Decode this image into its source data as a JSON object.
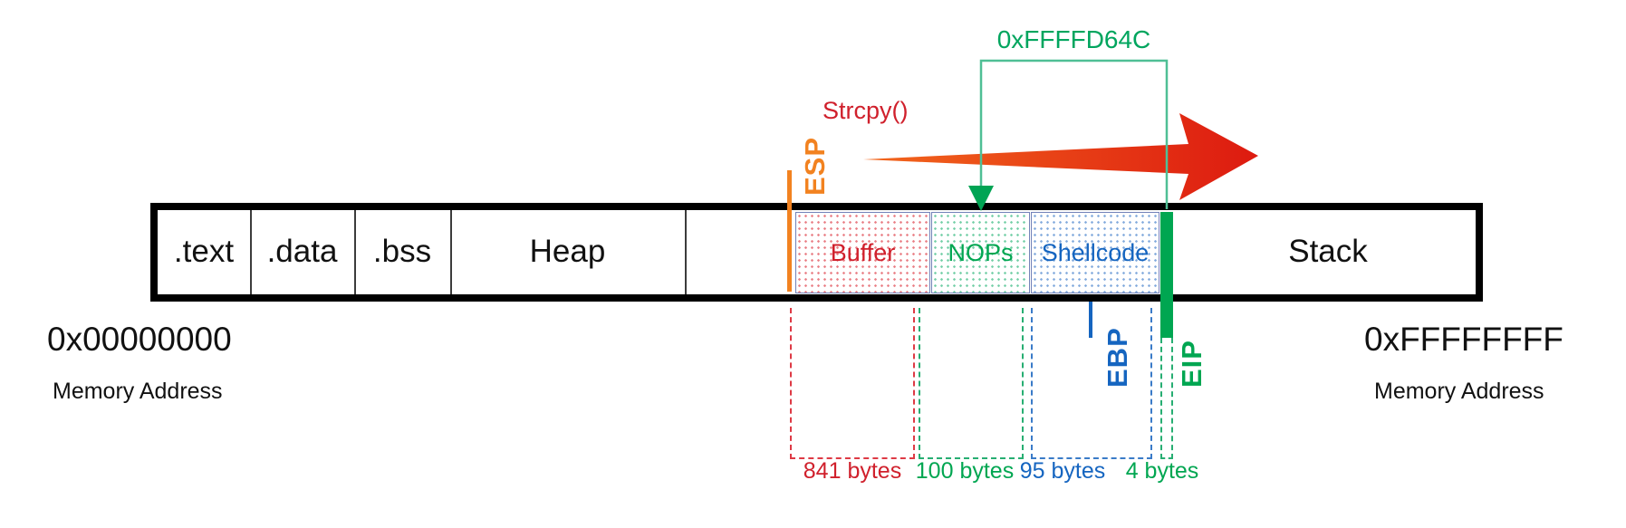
{
  "diagram_title": "stack-buffer-overflow-memory-layout",
  "bar": {
    "segments": [
      {
        "label": ".text"
      },
      {
        "label": ".data"
      },
      {
        "label": ".bss"
      },
      {
        "label": "Heap"
      },
      {
        "label": "Stack"
      }
    ],
    "overlays": [
      {
        "label": "Buffer",
        "size": "841 bytes",
        "color": "#d0202c"
      },
      {
        "label": "NOPs",
        "size": "100 bytes",
        "color": "#00a651"
      },
      {
        "label": "Shellcode",
        "size": "95 bytes",
        "color": "#1565c0"
      }
    ],
    "eip_overwrite_size": "4 bytes"
  },
  "registers": {
    "esp": "ESP",
    "ebp": "EBP",
    "eip": "EIP"
  },
  "annotations": {
    "strcpy": "Strcpy()",
    "overwrite_address": "0xFFFFD64C"
  },
  "addresses": {
    "low": {
      "value": "0x00000000",
      "caption": "Memory Address"
    },
    "high": {
      "value": "0xFFFFFFFF",
      "caption": "Memory Address"
    }
  },
  "colors": {
    "orange": "#f28220",
    "red_text": "#d0202c",
    "green": "#00a651",
    "green_line": "#4fbf95",
    "blue": "#1565c0",
    "arrow_start": "#f2671c",
    "arrow_end": "#dd1a10"
  }
}
